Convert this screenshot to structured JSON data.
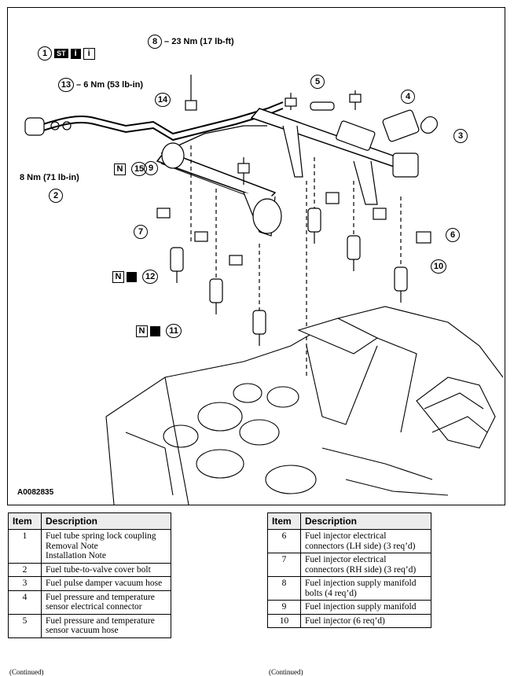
{
  "figure": {
    "id": "A0082835",
    "callouts": [
      {
        "num": "1",
        "text": ""
      },
      {
        "num": "2",
        "text": "8 Nm (71 lb-in)"
      },
      {
        "num": "3",
        "text": ""
      },
      {
        "num": "4",
        "text": ""
      },
      {
        "num": "5",
        "text": ""
      },
      {
        "num": "6",
        "text": ""
      },
      {
        "num": "7",
        "text": ""
      },
      {
        "num": "8",
        "text": "23 Nm (17 lb-ft)"
      },
      {
        "num": "9",
        "text": ""
      },
      {
        "num": "10",
        "text": ""
      },
      {
        "num": "11",
        "text": ""
      },
      {
        "num": "12",
        "text": ""
      },
      {
        "num": "13",
        "text": "6 Nm (53 lb-in)"
      },
      {
        "num": "14",
        "text": ""
      },
      {
        "num": "15",
        "text": ""
      }
    ],
    "badges": {
      "st": "ST",
      "n": "N",
      "info": "i"
    }
  },
  "table_left": {
    "headers": [
      "Item",
      "Description"
    ],
    "rows": [
      {
        "item": "1",
        "lines": [
          "Fuel tube spring lock coupling",
          "Removal Note",
          "Installation Note"
        ]
      },
      {
        "item": "2",
        "lines": [
          "Fuel tube-to-valve cover bolt"
        ]
      },
      {
        "item": "3",
        "lines": [
          "Fuel pulse damper vacuum hose"
        ]
      },
      {
        "item": "4",
        "lines": [
          "Fuel pressure and temperature sensor electrical connector"
        ]
      },
      {
        "item": "5",
        "lines": [
          "Fuel pressure and temperature sensor vacuum hose"
        ]
      }
    ],
    "continued": "(Continued)"
  },
  "table_right": {
    "headers": [
      "Item",
      "Description"
    ],
    "rows": [
      {
        "item": "6",
        "lines": [
          "Fuel injector electrical connectors (LH side) (3 req’d)"
        ]
      },
      {
        "item": "7",
        "lines": [
          "Fuel injector electrical connectors (RH side) (3 req’d)"
        ]
      },
      {
        "item": "8",
        "lines": [
          "Fuel injection supply manifold bolts (4 req’d)"
        ]
      },
      {
        "item": "9",
        "lines": [
          "Fuel injection supply manifold"
        ]
      },
      {
        "item": "10",
        "lines": [
          "Fuel injector (6 req’d)"
        ]
      }
    ],
    "continued": "(Continued)"
  }
}
